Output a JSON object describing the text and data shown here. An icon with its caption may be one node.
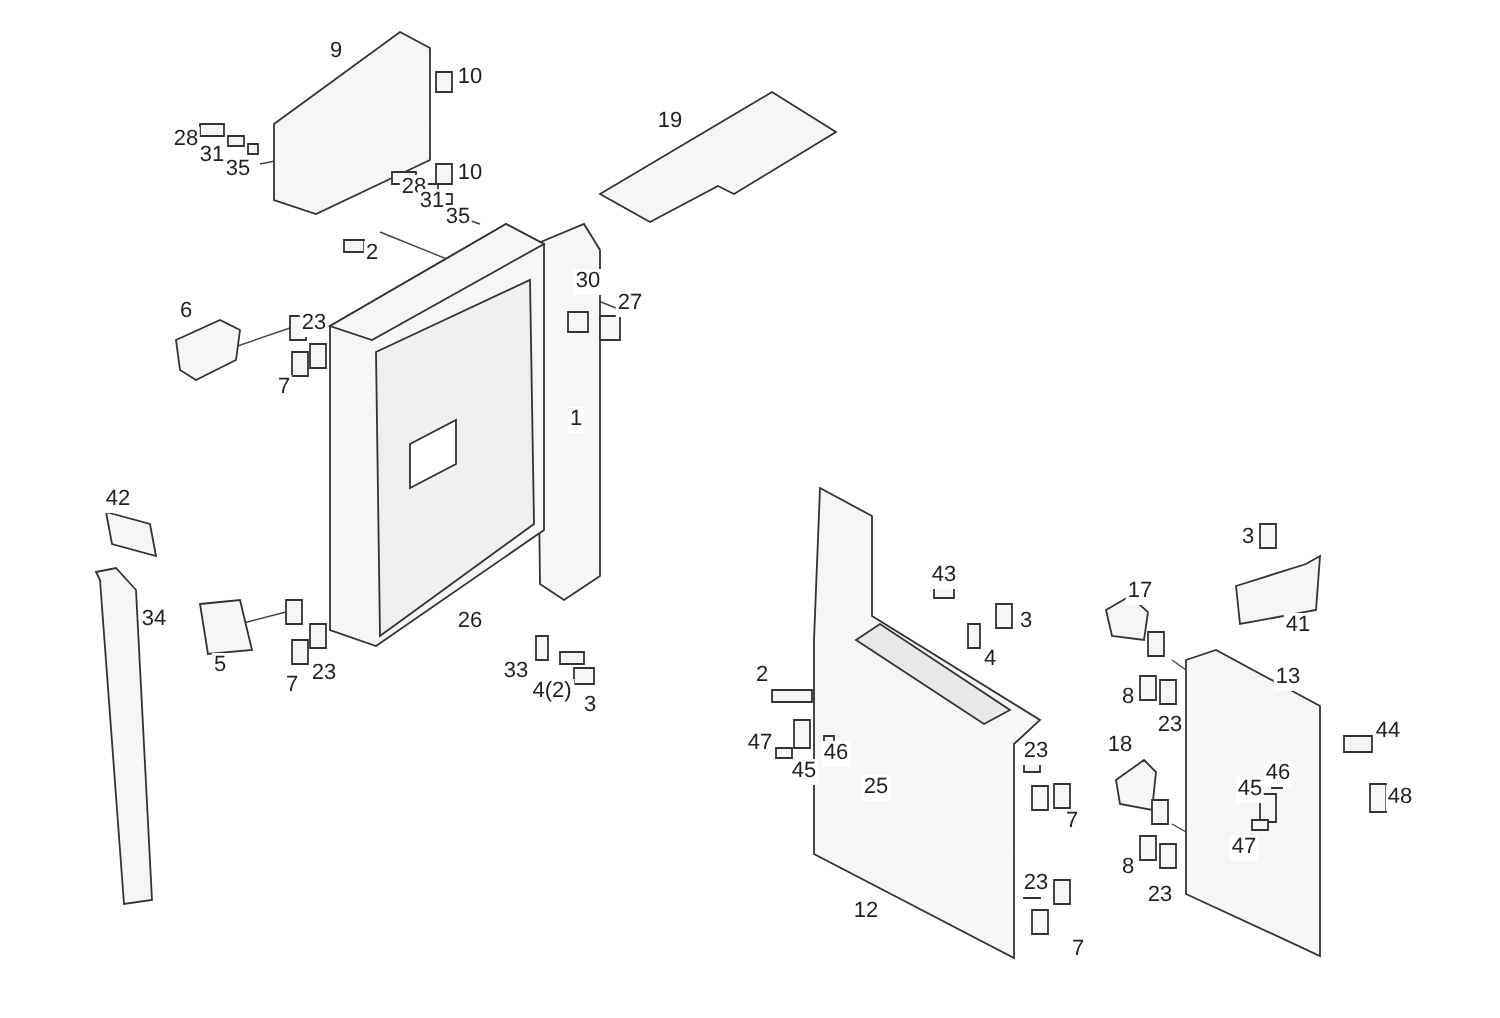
{
  "diagram": {
    "labels": [
      "9",
      "10",
      "28",
      "31",
      "35",
      "19",
      "10",
      "28",
      "31",
      "35",
      "2",
      "30",
      "27",
      "6",
      "23",
      "7",
      "1",
      "42",
      "3",
      "43",
      "17",
      "3",
      "34",
      "41",
      "4",
      "5",
      "7",
      "23",
      "26",
      "33",
      "13",
      "2",
      "4(2)",
      "3",
      "8",
      "23",
      "46",
      "47",
      "45",
      "44",
      "23",
      "18",
      "25",
      "46",
      "45",
      "48",
      "7",
      "47",
      "23",
      "8",
      "23",
      "12",
      "7"
    ]
  }
}
